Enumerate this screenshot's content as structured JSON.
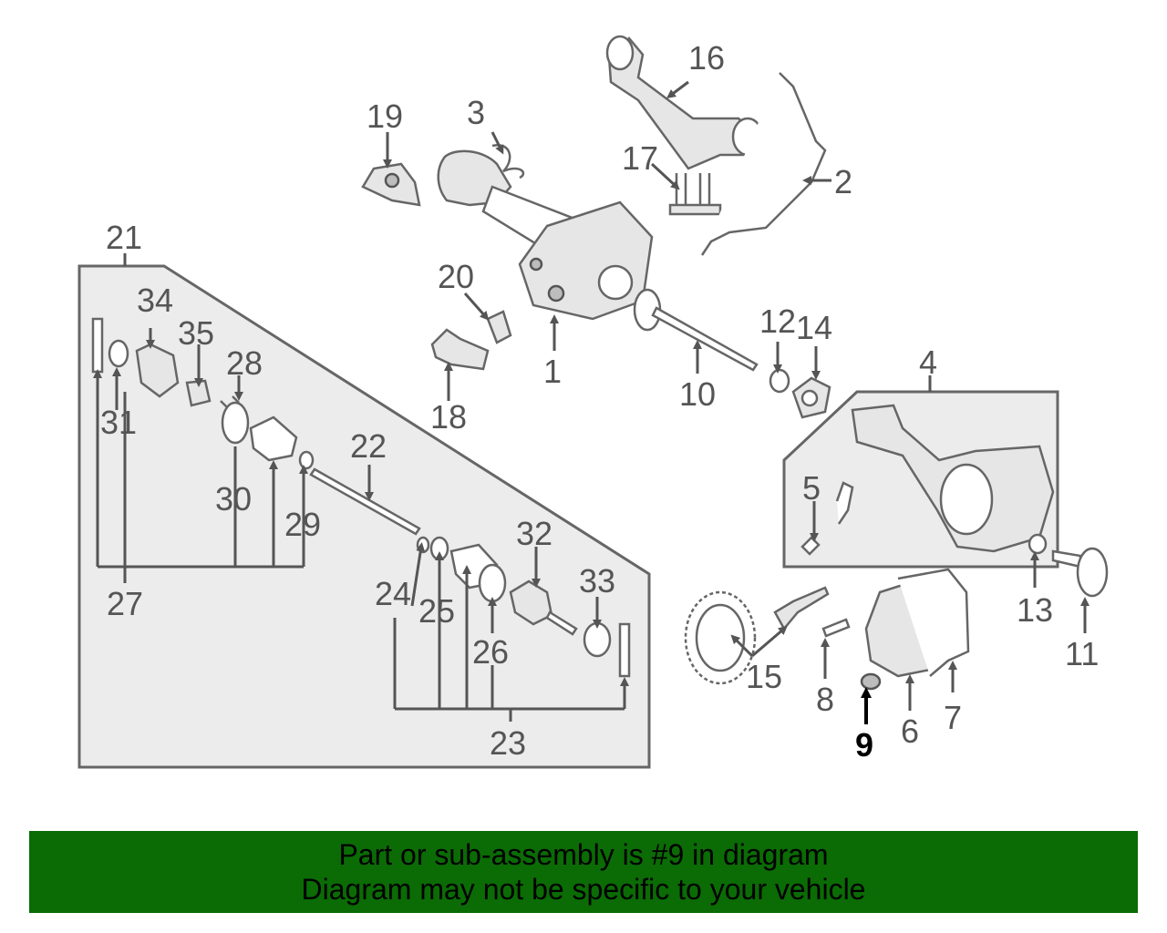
{
  "diagram": {
    "callouts": [
      {
        "id": "1",
        "label": "1"
      },
      {
        "id": "2",
        "label": "2"
      },
      {
        "id": "3",
        "label": "3"
      },
      {
        "id": "4",
        "label": "4"
      },
      {
        "id": "5",
        "label": "5"
      },
      {
        "id": "6",
        "label": "6"
      },
      {
        "id": "7",
        "label": "7"
      },
      {
        "id": "8",
        "label": "8"
      },
      {
        "id": "9",
        "label": "9",
        "highlighted": true
      },
      {
        "id": "10",
        "label": "10"
      },
      {
        "id": "11",
        "label": "11"
      },
      {
        "id": "12",
        "label": "12"
      },
      {
        "id": "13",
        "label": "13"
      },
      {
        "id": "14",
        "label": "14"
      },
      {
        "id": "15",
        "label": "15"
      },
      {
        "id": "16",
        "label": "16"
      },
      {
        "id": "17",
        "label": "17"
      },
      {
        "id": "18",
        "label": "18"
      },
      {
        "id": "19",
        "label": "19"
      },
      {
        "id": "20",
        "label": "20"
      },
      {
        "id": "21",
        "label": "21"
      },
      {
        "id": "22",
        "label": "22"
      },
      {
        "id": "23",
        "label": "23"
      },
      {
        "id": "24",
        "label": "24"
      },
      {
        "id": "25",
        "label": "25"
      },
      {
        "id": "26",
        "label": "26"
      },
      {
        "id": "27",
        "label": "27"
      },
      {
        "id": "28",
        "label": "28"
      },
      {
        "id": "29",
        "label": "29"
      },
      {
        "id": "30",
        "label": "30"
      },
      {
        "id": "31",
        "label": "31"
      },
      {
        "id": "32",
        "label": "32"
      },
      {
        "id": "33",
        "label": "33"
      },
      {
        "id": "34",
        "label": "34"
      },
      {
        "id": "35",
        "label": "35"
      }
    ]
  },
  "banner": {
    "line1": "Part or sub-assembly is #9 in diagram",
    "line2": "Diagram may not be specific to your vehicle"
  },
  "colors": {
    "banner_background": "#0b6b05",
    "callout_text": "#555555",
    "highlight": "#000000"
  }
}
